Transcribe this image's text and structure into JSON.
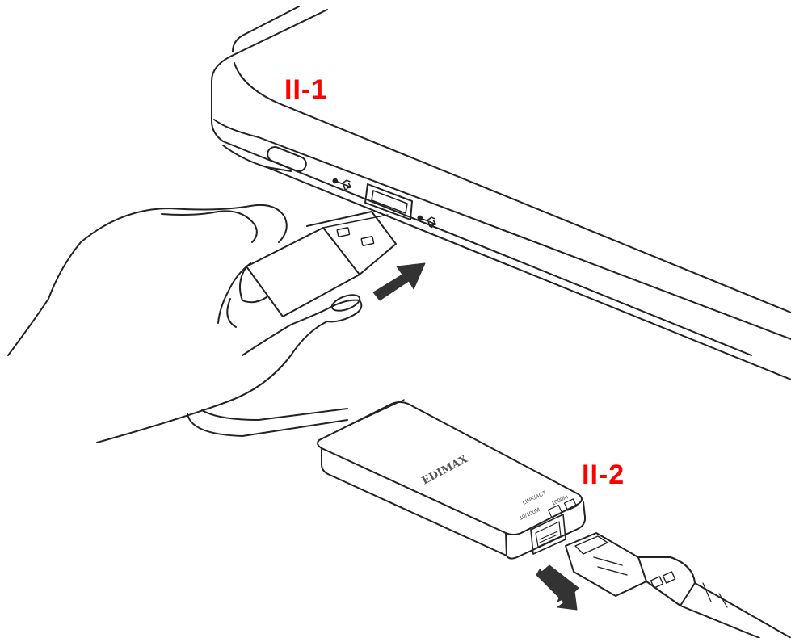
{
  "labels": {
    "step1": "II-1",
    "step2": "II-2"
  },
  "adapter": {
    "brand": "EDIMAX",
    "led_link": "LINK/ACT",
    "led_speed1": "10/100M",
    "led_speed2": "1000M"
  },
  "colors": {
    "label": "#ff0000",
    "line": "#222222",
    "arrow": "#333333"
  },
  "icons": [
    "usb-icon",
    "usb-icon",
    "arrow-icon",
    "arrow-icon"
  ]
}
